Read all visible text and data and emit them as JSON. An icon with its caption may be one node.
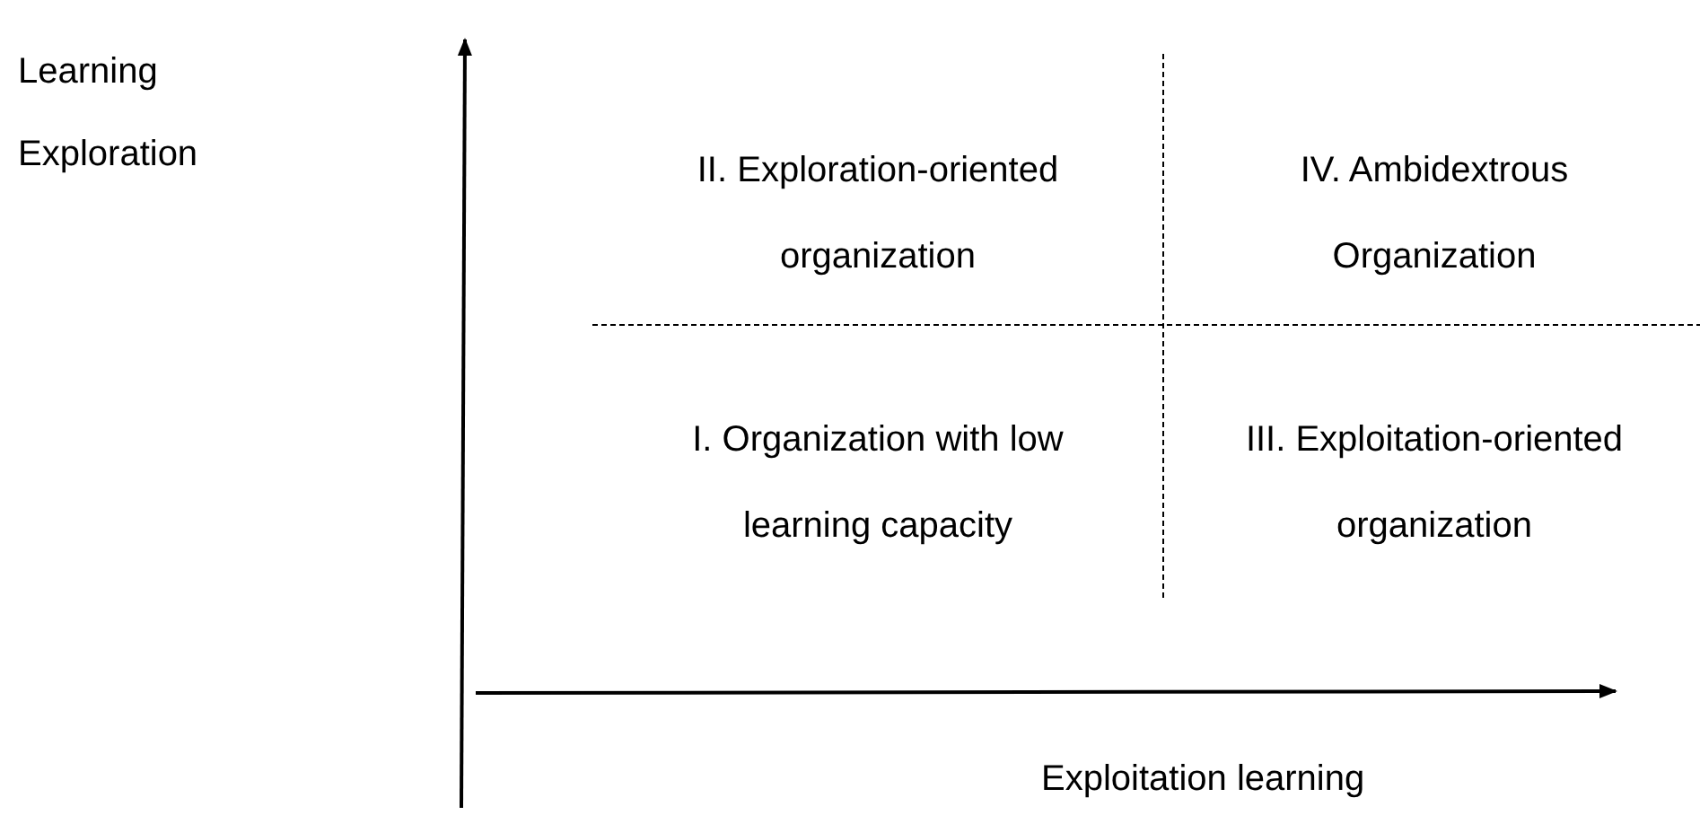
{
  "diagram": {
    "labels": [
      "Learning",
      "Exploration",
      "II. Exploration-oriented organization",
      "IV. Ambidextrous Organization",
      "I. Organization with low learning capacity",
      "III. Exploitation-oriented organization",
      "Exploitation learning"
    ]
  }
}
